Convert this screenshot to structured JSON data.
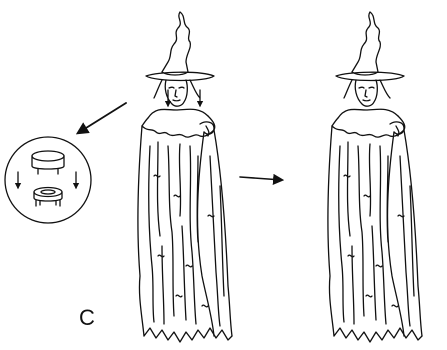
{
  "diagram": {
    "step_label": "C",
    "colors": {
      "ink": "#111111",
      "paper": "#ffffff"
    },
    "figures": [
      {
        "name": "witch-before-assembly",
        "shows_insert_arrows": true
      },
      {
        "name": "witch-after-assembly",
        "shows_insert_arrows": false
      }
    ],
    "detail_inset": {
      "name": "clip-connector-detail",
      "shows_down_arrows": true
    },
    "arrows": [
      "to-detail-inset",
      "before-to-after"
    ]
  }
}
